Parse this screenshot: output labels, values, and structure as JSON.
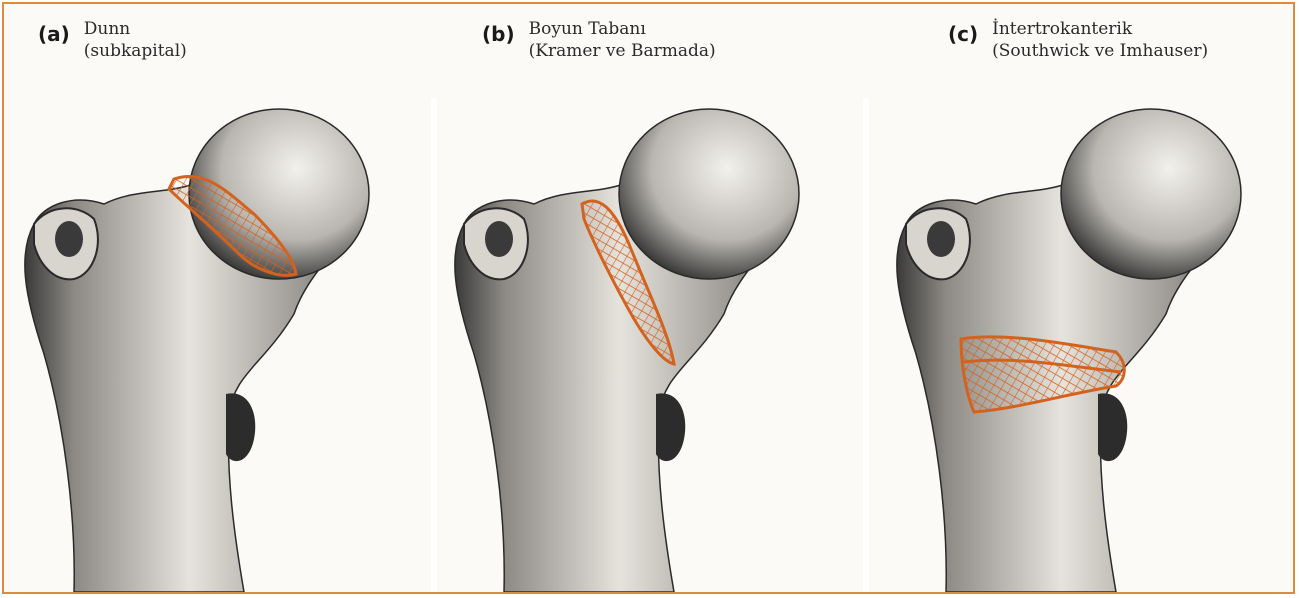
{
  "colors": {
    "frame_border": "#e08a3c",
    "fracture_line": "#d4621f",
    "bone_shade": "#3a3a3a",
    "paper": "#fbfaf7"
  },
  "panels": [
    {
      "letter": "(a)",
      "line1": "Dunn",
      "line2": "(subkapital)",
      "osteotomy_site": "subcapital"
    },
    {
      "letter": "(b)",
      "line1": "Boyun Tabanı",
      "line2": "(Kramer ve Barmada)",
      "osteotomy_site": "base-of-neck"
    },
    {
      "letter": "(c)",
      "line1": "İntertrokanterik",
      "line2": "(Southwick ve Imhauser)",
      "osteotomy_site": "intertrochanteric"
    }
  ]
}
